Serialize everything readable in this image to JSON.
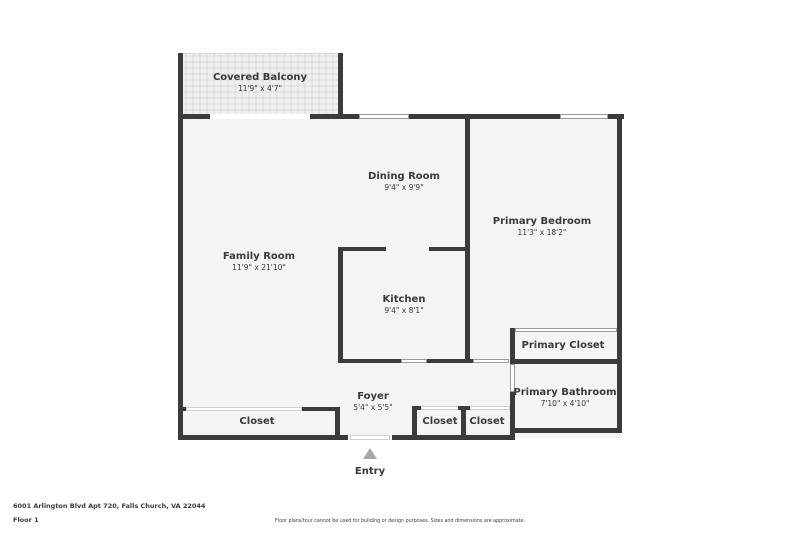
{
  "floorplan": {
    "rooms": [
      {
        "id": "covered-balcony",
        "name": "Covered Balcony",
        "dimensions": "11'9\" x 4'7\""
      },
      {
        "id": "dining-room",
        "name": "Dining Room",
        "dimensions": "9'4\" x 9'9\""
      },
      {
        "id": "primary-bedroom",
        "name": "Primary Bedroom",
        "dimensions": "11'3\" x 18'2\""
      },
      {
        "id": "family-room",
        "name": "Family Room",
        "dimensions": "11'9\" x 21'10\""
      },
      {
        "id": "kitchen",
        "name": "Kitchen",
        "dimensions": "9'4\" x 8'1\""
      },
      {
        "id": "primary-closet",
        "name": "Primary Closet",
        "dimensions": ""
      },
      {
        "id": "foyer",
        "name": "Foyer",
        "dimensions": "5'4\" x 5'5\""
      },
      {
        "id": "primary-bathroom",
        "name": "Primary Bathroom",
        "dimensions": "7'10\" x 4'10\""
      },
      {
        "id": "closet-1",
        "name": "Closet",
        "dimensions": ""
      },
      {
        "id": "closet-2",
        "name": "Closet",
        "dimensions": ""
      },
      {
        "id": "closet-3",
        "name": "Closet",
        "dimensions": ""
      }
    ],
    "entry_label": "Entry"
  },
  "footer": {
    "address": "6001 Arlington Blvd Apt 720, Falls Church, VA 22044",
    "floor": "Floor 1",
    "disclaimer": "Floor plans/tour cannot be used for building or design purposes. Sizes and dimensions are approximate."
  },
  "colors": {
    "wall": "#3b3b3b",
    "floor": "#f4f4f4",
    "text": "#3a3a3a",
    "entry_arrow": "#a8a8a8"
  }
}
